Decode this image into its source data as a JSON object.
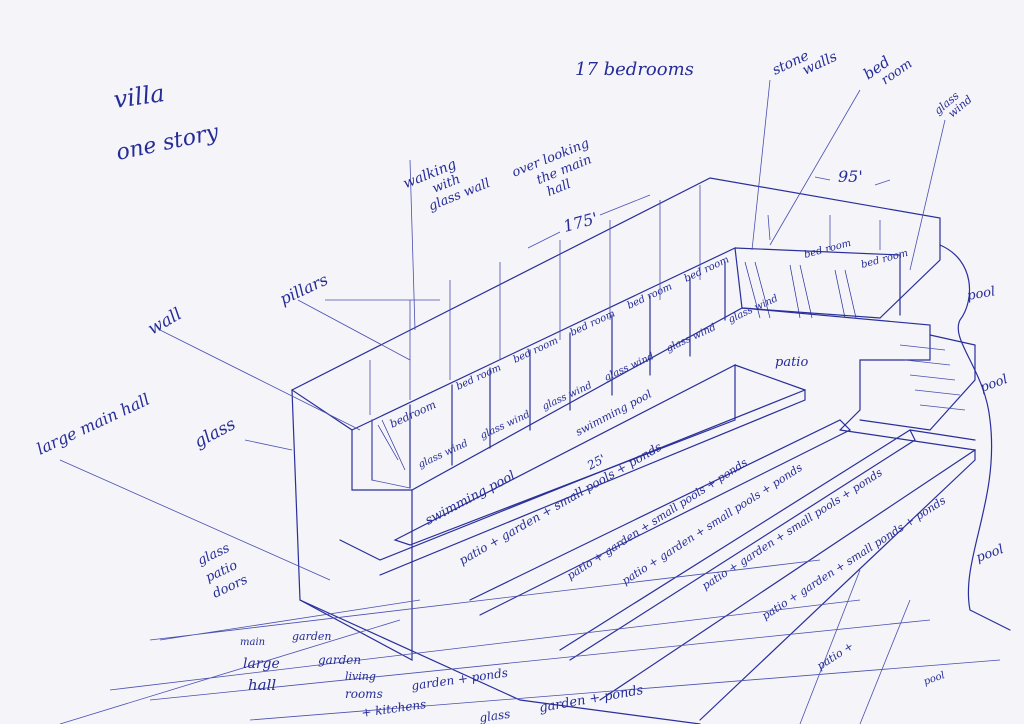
{
  "title": {
    "line1": "villa",
    "line2": "one story"
  },
  "bedroom_count": "17 bedrooms",
  "annotations": {
    "walkway": [
      "walking",
      "with",
      "glass wall",
      "over looking",
      "the main",
      "hall"
    ],
    "length_main": "175'",
    "length_wing": "95'",
    "stone_walls": [
      "stone",
      "walls"
    ],
    "bed_room": [
      "bed",
      "room"
    ],
    "glass_wind": [
      "glass",
      "wind"
    ],
    "pillars": "pillars",
    "wall": "wall",
    "large_main_hall": "large main hall",
    "glass": "glass",
    "glass_patio_doors": [
      "glass",
      "patio",
      "doors"
    ],
    "patio": "patio",
    "pools": [
      "pool",
      "pool",
      "pool"
    ],
    "pool_length": "25'",
    "swimming_pool": "swimming pool",
    "swimming_pool_2": "swimming pool"
  },
  "rooms": [
    "bedroom",
    "bed room",
    "bed room",
    "bed room",
    "bed room",
    "bed room",
    "bed room",
    "bed room"
  ],
  "windows": [
    "glass wind",
    "glass wind",
    "glass wind",
    "glass wind",
    "glass wind",
    "glass wind"
  ],
  "terraces": [
    "patio + garden + small pools + ponds",
    "patio + garden + small pools + ponds",
    "patio + garden + small pools + ponds",
    "patio + garden + small pools + ponds",
    "patio + garden + small ponds + ponds",
    "patio +"
  ],
  "bottom_labels": {
    "main_garden": [
      "main",
      "garden"
    ],
    "large_hall": [
      "large",
      "hall"
    ],
    "garden": "garden",
    "living_rooms": [
      "living",
      "rooms"
    ],
    "garden_ponds": "garden + ponds",
    "kitchens": "+ kitchens",
    "glass": "glass",
    "garden_ponds_2": "garden + ponds",
    "pool": "pool"
  }
}
